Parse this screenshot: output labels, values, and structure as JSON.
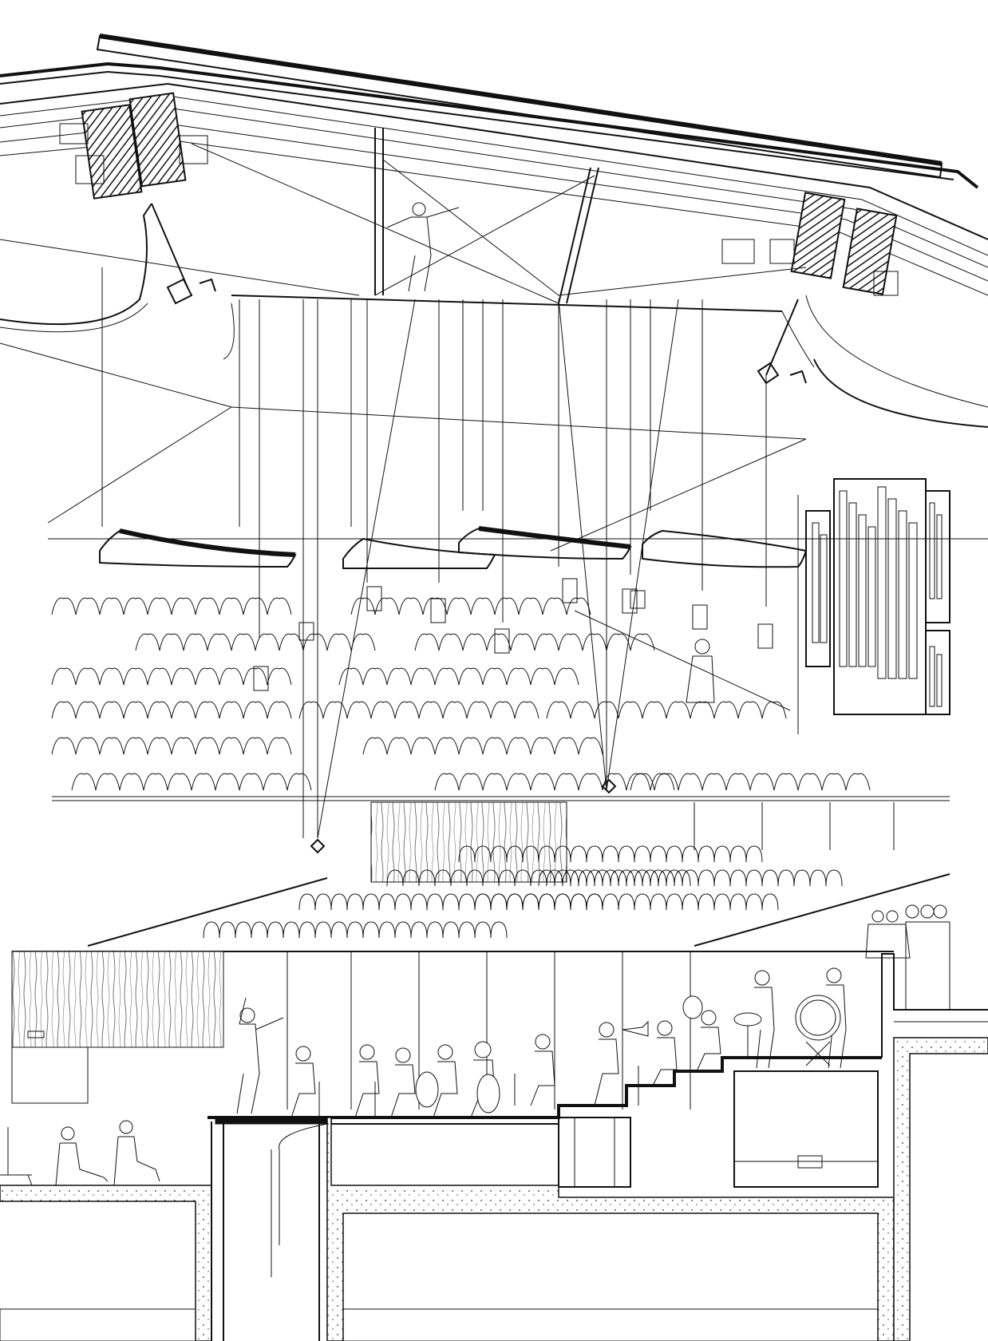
{
  "drawing": {
    "colors": {
      "ink": "#111111",
      "paper": "#ffffff"
    },
    "elements": {
      "roof": "roof-truss-section",
      "organ": "pipe-organ",
      "reflectors": "acoustic-reflector-panels",
      "audience": "audience-balcony-seating",
      "choir": "choir-seating",
      "stage": "orchestra-stage-risers",
      "foundation": "concrete-foundation"
    },
    "counts": {
      "reflectors": 4,
      "hanging_lights": 10,
      "audience_rows": 6,
      "choir_rows": 4,
      "musicians": 12,
      "organ_pipes": 14
    }
  }
}
